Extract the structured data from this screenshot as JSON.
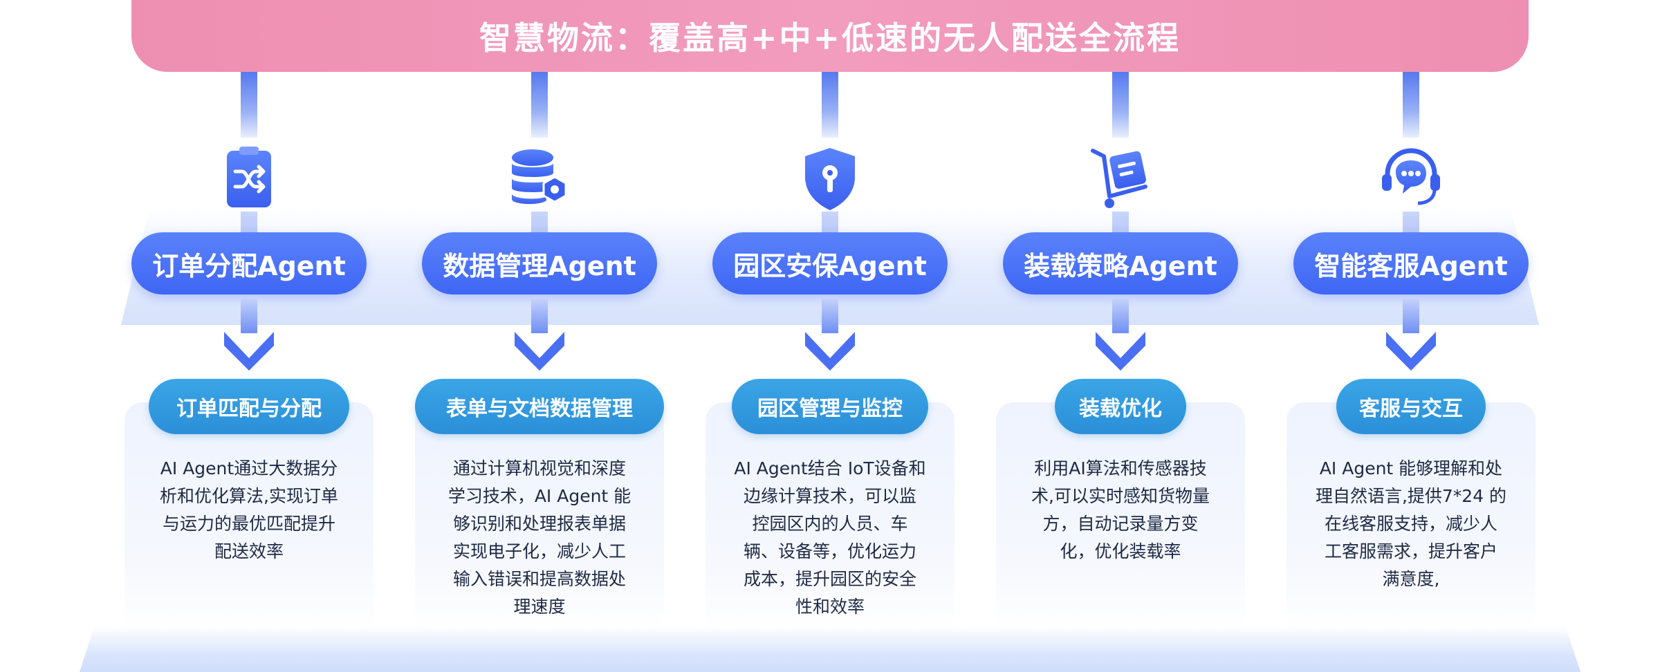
{
  "title": "智慧物流：覆盖高+中+低速的无人配送全流程",
  "colors": {
    "title_pink": "#f29cbe",
    "agent_blue": "#4a72f7",
    "sub_blue": "#3298de",
    "icon_blue": "#3f66f4"
  },
  "columns": [
    {
      "icon": "shuffle-clipboard-icon",
      "agent_label": "订单分配Agent",
      "sub_label": "订单匹配与分配",
      "description_lines": [
        "AI Agent通过大数据分",
        "析和优化算法,实现订单",
        "与运力的最优匹配提升",
        "配送效率"
      ]
    },
    {
      "icon": "database-settings-icon",
      "agent_label": "数据管理Agent",
      "sub_label": "表单与文档数据管理",
      "description_lines": [
        "通过计算机视觉和深度",
        "学习技术，AI Agent 能",
        "够识别和处理报表单据",
        "实现电子化，减少人工",
        "输入错误和提高数据处",
        "理速度"
      ]
    },
    {
      "icon": "shield-key-icon",
      "agent_label": "园区安保Agent",
      "sub_label": "园区管理与监控",
      "description_lines": [
        "AI Agent结合 IoT设备和",
        "边缘计算技术，可以监",
        "控园区内的人员、车",
        "辆、设备等，优化运力",
        "成本，提升园区的安全",
        "性和效率"
      ]
    },
    {
      "icon": "cart-document-icon",
      "agent_label": "装载策略Agent",
      "sub_label": "装载优化",
      "description_lines": [
        "利用AI算法和传感器技",
        "术,可以实时感知货物量",
        "方，自动记录量方变",
        "化，优化装载率"
      ]
    },
    {
      "icon": "headset-chat-icon",
      "agent_label": "智能客服Agent",
      "sub_label": "客服与交互",
      "description_lines": [
        "AI Agent 能够理解和处",
        "理自然语言,提供7*24 的",
        "在线客服支持，减少人",
        "工客服需求，提升客户",
        "满意度,"
      ]
    }
  ]
}
